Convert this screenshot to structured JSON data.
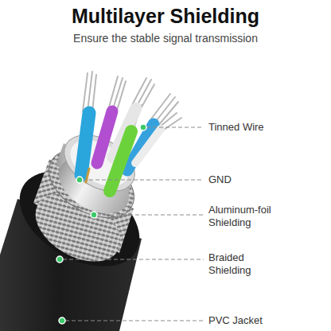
{
  "diagram": {
    "title": "Multilayer Shielding",
    "caption": "Ensure the stable signal transmission",
    "labels": [
      "Tinned Wire",
      "GND",
      "Aluminum-foil Shielding",
      "Braided Shielding",
      "PVC Jacket"
    ]
  }
}
